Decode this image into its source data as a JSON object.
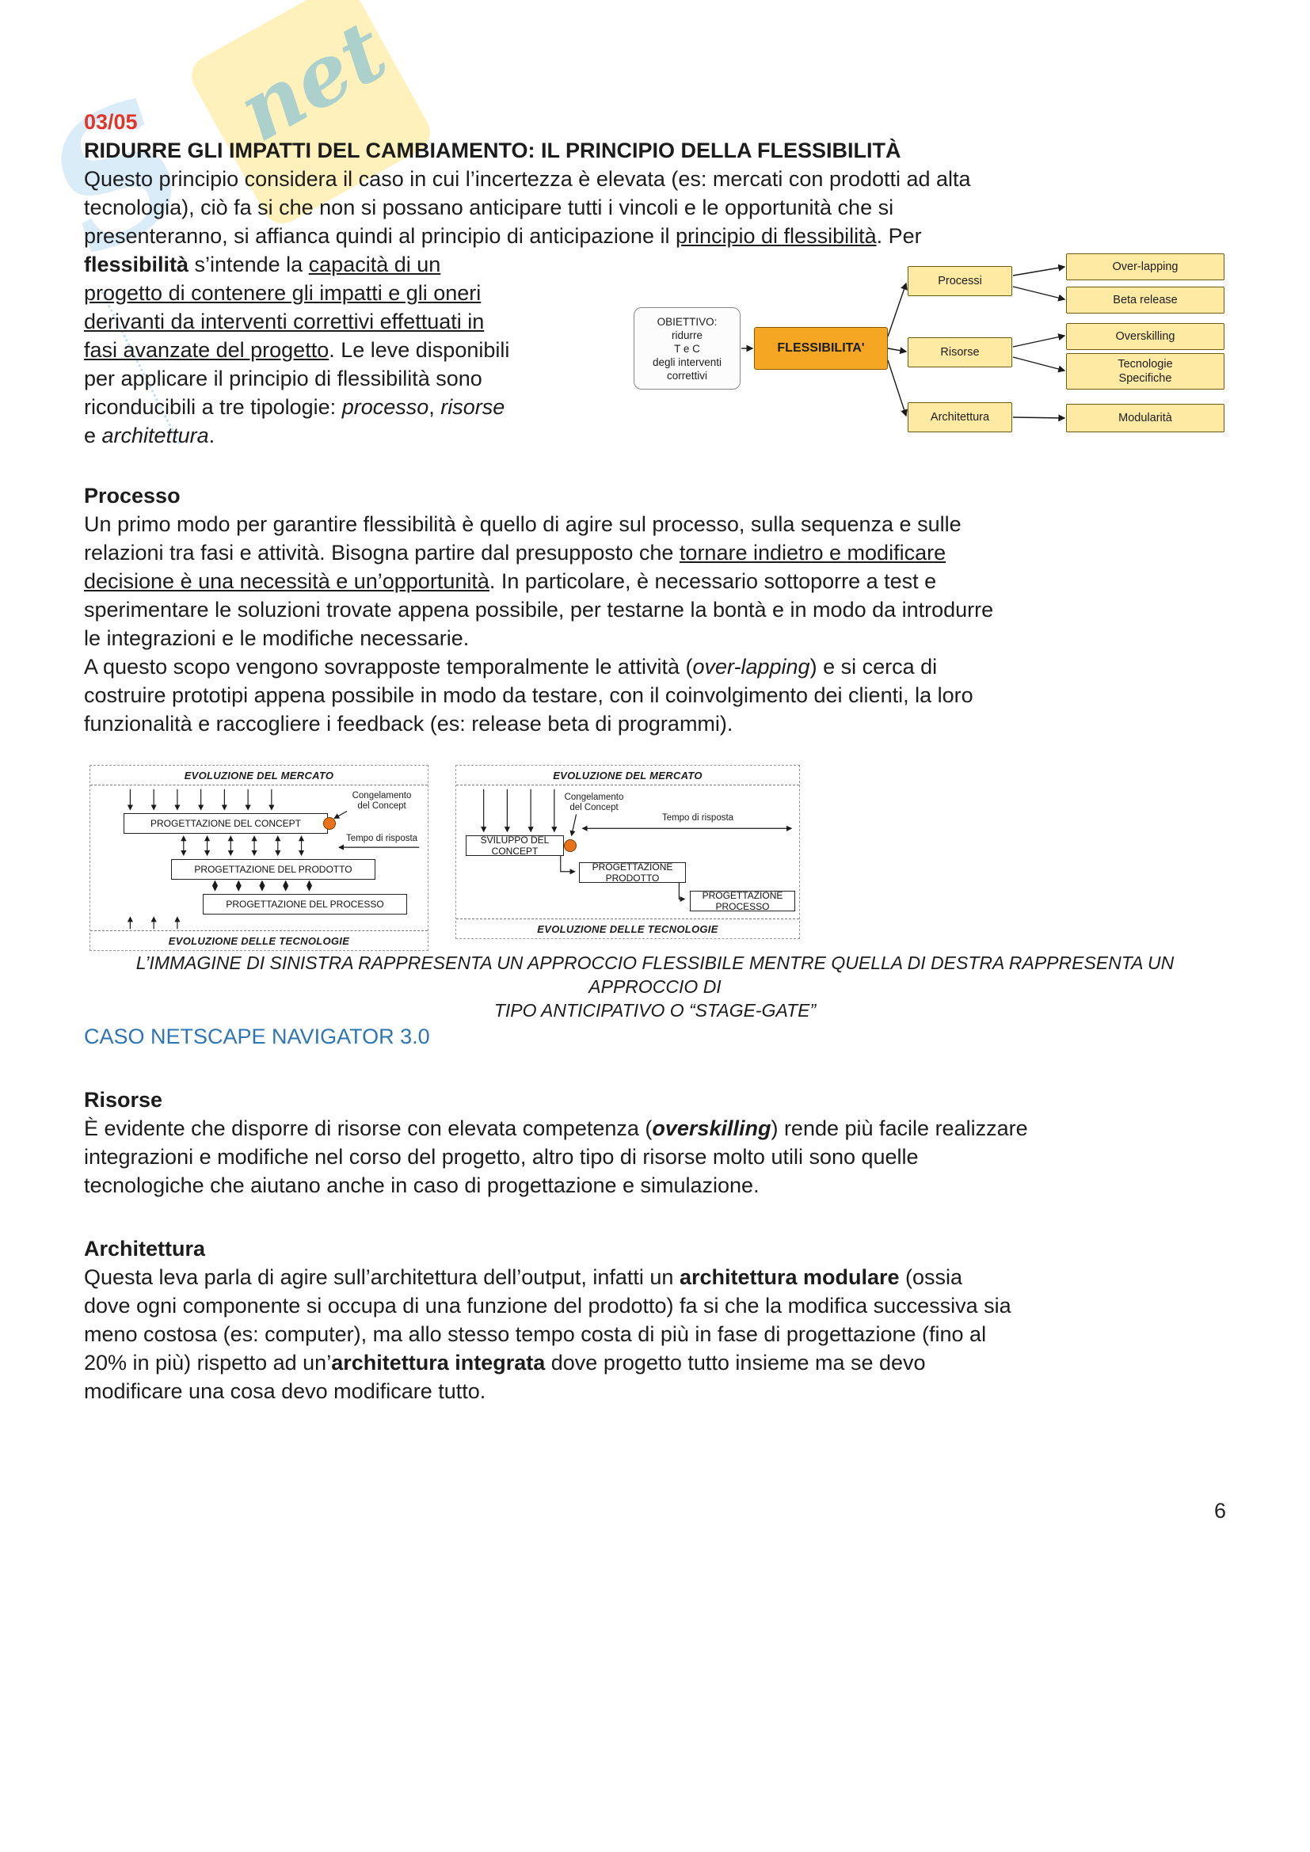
{
  "header": {
    "date": "03/05",
    "title": "RIDURRE GLI IMPATTI DEL CAMBIAMENTO: IL PRINCIPIO DELLA FLESSIBILITÀ"
  },
  "watermark": {
    "brand_script": "net",
    "brand_initial": "S"
  },
  "intro": {
    "full_runs": [
      {
        "t": "Questo principio considera il caso in cui l’incertezza è elevata (es: mercati con prodotti ad alta\ntecnologia), ciò fa si che non si possano anticipare tutti i vincoli e le opportunità che si\npresenteranno, si affianca quindi al principio di anticipazione il "
      },
      {
        "t": "principio di flessibilità",
        "u": 1
      },
      {
        "t": ". Per"
      }
    ],
    "narrow_runs": [
      {
        "t": "flessibilità",
        "b": 1
      },
      {
        "t": " s’intende la "
      },
      {
        "t": "capacità di un\nprogetto di contenere gli impatti e gli oneri\nderivanti da interventi correttivi effettuati in\nfasi avanzate del progetto",
        "u": 1
      },
      {
        "t": ". Le leve disponibili\nper applicare il principio di flessibilità sono\nriconducibili a tre tipologie: "
      },
      {
        "t": "processo",
        "i": 1
      },
      {
        "t": ", "
      },
      {
        "t": "risorse",
        "i": 1
      },
      {
        "t": "\ne "
      },
      {
        "t": "architettura",
        "i": 1
      },
      {
        "t": "."
      }
    ]
  },
  "flex_diagram": {
    "objective": "OBIETTIVO:\nridurre\nT e C\ndegli interventi\ncorrettivi",
    "root": "FLESSIBILITA'",
    "branches": [
      "Processi",
      "Risorse",
      "Architettura"
    ],
    "leaves": [
      "Over-lapping",
      "Beta release",
      "Overskilling",
      "Tecnologie\nSpecifiche",
      "Modularità"
    ]
  },
  "sections": {
    "processo": {
      "heading": "Processo",
      "p1_runs": [
        {
          "t": "Un primo modo per garantire flessibilità è quello di agire sul processo, sulla sequenza e sulle\nrelazioni tra fasi e attività. Bisogna partire dal presupposto che "
        },
        {
          "t": "tornare indietro e modificare\ndecisione è una necessità e un’opportunità",
          "u": 1
        },
        {
          "t": ". In particolare, è necessario sottoporre a test e\nsperimentare le soluzioni trovate appena possibile, per testarne la bontà e in modo da introdurre\nle integrazioni e le modifiche necessarie."
        }
      ],
      "p2_runs": [
        {
          "t": "A questo scopo vengono sovrapposte temporalmente le attività ("
        },
        {
          "t": "over-lapping",
          "i": 1
        },
        {
          "t": ") e si cerca di\ncostruire prototipi appena possibile in modo da testare, con il coinvolgimento dei clienti, la loro\nfunzionalità e raccogliere i feedback (es: release beta di programmi)."
        }
      ]
    },
    "risorse": {
      "heading": "Risorse",
      "runs": [
        {
          "t": "È evidente che disporre di risorse con elevata competenza ("
        },
        {
          "t": "overskilling",
          "b": 1,
          "i": 1
        },
        {
          "t": ") rende più facile realizzare\nintegrazioni e modifiche nel corso del progetto, altro tipo di risorse molto utili sono quelle\ntecnologiche che aiutano anche in caso di progettazione e simulazione."
        }
      ]
    },
    "architettura": {
      "heading": "Architettura",
      "runs": [
        {
          "t": "Questa leva parla di agire sull’architettura dell’output, infatti un "
        },
        {
          "t": "architettura modulare",
          "b": 1
        },
        {
          "t": " (ossia\ndove ogni componente si occupa di una funzione del prodotto) fa si che la modifica successiva sia\nmeno costosa (es: computer), ma allo stesso tempo costa di più in fase di progettazione (fino al\n20% in più) rispetto ad un’"
        },
        {
          "t": "architettura integrata",
          "b": 1
        },
        {
          "t": " dove progetto tutto insieme ma se devo\nmodificare una cosa devo modificare tutto."
        }
      ]
    }
  },
  "process_diagrams": {
    "left": {
      "market": "EVOLUZIONE DEL MERCATO",
      "technology": "EVOLUZIONE DELLE TECNOLOGIE",
      "concept": "PROGETTAZIONE DEL CONCEPT",
      "product": "PROGETTAZIONE DEL PRODOTTO",
      "process": "PROGETTAZIONE DEL PROCESSO",
      "freeze": "Congelamento\ndel Concept",
      "response_time": "Tempo di risposta"
    },
    "right": {
      "market": "EVOLUZIONE DEL MERCATO",
      "technology": "EVOLUZIONE DELLE TECNOLOGIE",
      "concept": "SVILUPPO DEL CONCEPT",
      "product": "PROGETTAZIONE PRODOTTO",
      "process": "PROGETTAZIONE PROCESSO",
      "freeze": "Congelamento\ndel Concept",
      "response_time": "Tempo di risposta"
    },
    "caption": "L’IMMAGINE DI SINISTRA RAPPRESENTA UN APPROCCIO FLESSIBILE MENTRE QUELLA DI DESTRA RAPPRESENTA UN APPROCCIO DI\nTIPO ANTICIPATIVO O “STAGE-GATE”"
  },
  "case_study_link": "CASO NETSCAPE NAVIGATOR 3.0",
  "footer": {
    "page_number": "6"
  },
  "colors": {
    "date_red": "#e3342a",
    "link_blue": "#2e75b6",
    "node_orange": "#f5a623",
    "node_yellow": "#ffeaa3",
    "circle_orange": "#e8731a",
    "watermark_blue": "#49ace4",
    "watermark_yellow": "#ffd94d"
  }
}
